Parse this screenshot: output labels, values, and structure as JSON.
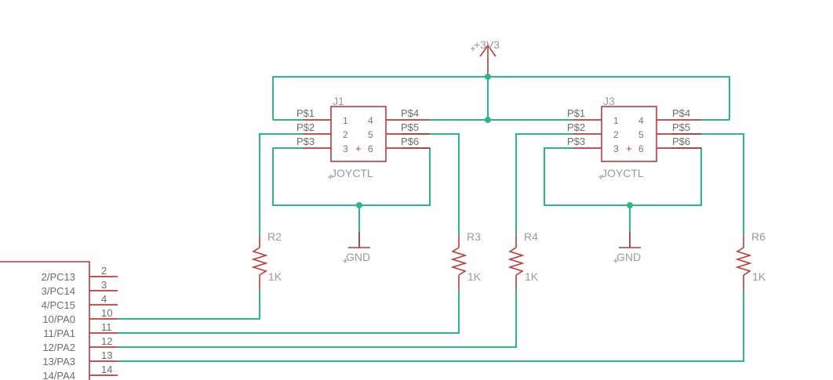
{
  "power": {
    "label": "+3V3"
  },
  "connectors": [
    {
      "ref": "J1",
      "value": "JOYCTL",
      "pin_labels": [
        "P$1",
        "P$2",
        "P$3",
        "P$4",
        "P$5",
        "P$6"
      ],
      "inner": [
        "1",
        "2",
        "3",
        "4",
        "5",
        "6"
      ],
      "plus": "+",
      "ground": "GND"
    },
    {
      "ref": "J3",
      "value": "JOYCTL",
      "pin_labels": [
        "P$1",
        "P$2",
        "P$3",
        "P$4",
        "P$5",
        "P$6"
      ],
      "inner": [
        "1",
        "2",
        "3",
        "4",
        "5",
        "6"
      ],
      "plus": "+",
      "ground": "GND"
    }
  ],
  "resistors": [
    {
      "ref": "R2",
      "value": "1K"
    },
    {
      "ref": "R3",
      "value": "1K"
    },
    {
      "ref": "R4",
      "value": "1K"
    },
    {
      "ref": "R6",
      "value": "1K"
    }
  ],
  "header": {
    "pin_names": [
      "2/PC13",
      "3/PC14",
      "4/PC15",
      "10/PA0",
      "11/PA1",
      "12/PA2",
      "13/PA3",
      "14/PA4"
    ],
    "pin_numbers": [
      "2",
      "3",
      "4",
      "10",
      "11",
      "12",
      "13",
      "14"
    ]
  },
  "colors": {
    "wire": "#2eb88a",
    "part": "#c0393b",
    "label": "#9a9a9a",
    "background": "#ffffff"
  }
}
